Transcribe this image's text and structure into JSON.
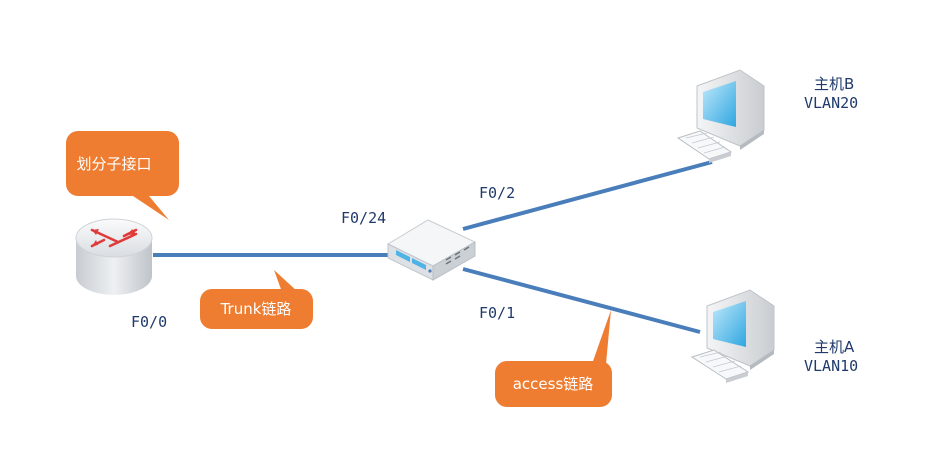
{
  "colors": {
    "link": "#4a7ebb",
    "callout": "#ee7d31",
    "label": "#1f3a6b"
  },
  "callouts": {
    "subinterface": "划分子接口",
    "trunk": "Trunk链路",
    "access": "access链路"
  },
  "ports": {
    "router_port": "F0/0",
    "switch_uplink": "F0/24",
    "switch_port_b": "F0/2",
    "switch_port_a": "F0/1"
  },
  "hosts": {
    "b_name": "主机B",
    "b_vlan": "VLAN20",
    "a_name": "主机A",
    "a_vlan": "VLAN10"
  },
  "icons": [
    "router-icon",
    "switch-icon",
    "pc-icon"
  ]
}
